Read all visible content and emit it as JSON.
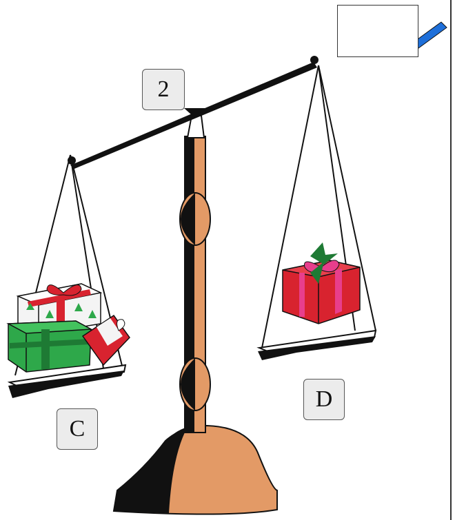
{
  "labels": {
    "top": "2",
    "left_pan": "C",
    "right_pan": "D"
  },
  "icons": {
    "answer_box": "pencil-icon"
  },
  "colors": {
    "wood": "#e39a66",
    "beam": "#111111",
    "label_bg": "#ececec",
    "gift_red": "#d8232f",
    "gift_green": "#2ea84a"
  }
}
